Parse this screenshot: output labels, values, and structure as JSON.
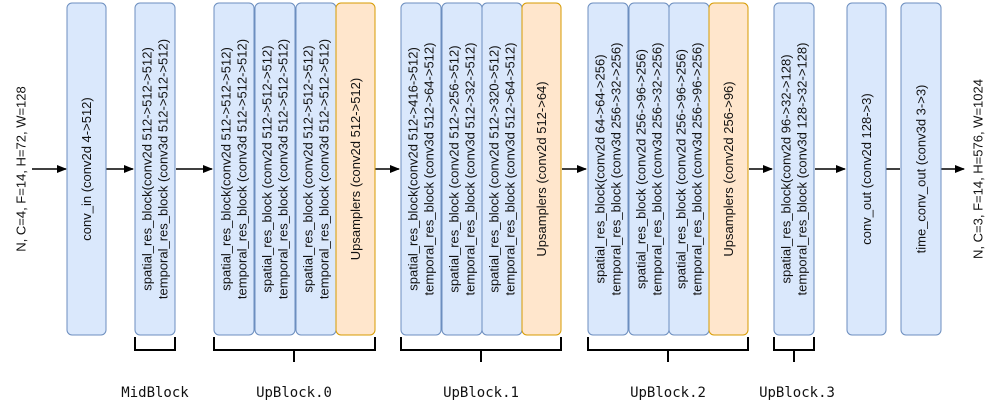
{
  "input_label": "N, C=4, F=14, H=72, W=128",
  "output_label": "N, C=3, F=14, H=576, W=1024",
  "colors": {
    "blue_fill": "#dae8fc",
    "blue_stroke": "#6c8ebf",
    "orange_fill": "#ffe6cc",
    "orange_stroke": "#d79b00",
    "line": "#000000"
  },
  "conv_in": "conv_in (conv2d 4->512)",
  "mid_block": {
    "label": "MidBlock",
    "line1": "spatial_res_block(conv2d 512->512->512)",
    "line2": "temporal_res_block (conv3d 512->512->512)"
  },
  "up_block_0": {
    "label": "UpBlock.0",
    "cols": [
      [
        "spatial_res_block(conv2d 512->512->512)",
        "temporal_res_block (conv3d 512->512->512)"
      ],
      [
        "spatial_res_block (conv2d 512->512->512)",
        "temporal_res_block (conv3d 512->512->512)"
      ],
      [
        "spatial_res_block (conv2d 512->512->512)",
        "temporal_res_block (conv3d 512->512->512)"
      ]
    ],
    "upsampler": "Upsamplers (conv2d 512->512)"
  },
  "up_block_1": {
    "label": "UpBlock.1",
    "cols": [
      [
        "spatial_res_block(conv2d 512->416->512)",
        "temporal_res_block (conv3d 512->64->512)"
      ],
      [
        "spatial_res_block (conv2d 512->256->512)",
        "temporal_res_block (conv3d 512->32->512)"
      ],
      [
        "spatial_res_block (conv2d 512->320->512)",
        "temporal_res_block (conv3d 512->64->512)"
      ]
    ],
    "upsampler": "Upsamplers (conv2d 512->64)"
  },
  "up_block_2": {
    "label": "UpBlock.2",
    "cols": [
      [
        "spatial_res_block(conv2d 64->64->256)",
        "temporal_res_block (conv3d 256->32->256)"
      ],
      [
        "spatial_res_block (conv2d 256->96->256)",
        "temporal_res_block (conv3d 256->32->256)"
      ],
      [
        "spatial_res_block (conv2d 256->96->256)",
        "temporal_res_block (conv3d 256->96->256)"
      ]
    ],
    "upsampler": "Upsamplers (conv2d 256->96)"
  },
  "up_block_3": {
    "label": "UpBlock.3",
    "line1": "spatial_res_block(conv2d 96->32->128)",
    "line2": "temporal_res_block (conv3d 128->32->128)"
  },
  "conv_out": "conv_out (conv2d 128->3)",
  "time_conv_out": "time_conv_out  (conv3d 3->3)"
}
